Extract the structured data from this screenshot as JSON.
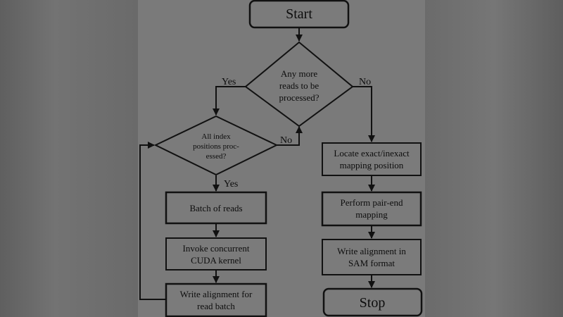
{
  "flowchart": {
    "nodes": {
      "start": [
        "Start"
      ],
      "more_reads": [
        "Any more",
        "reads to be",
        "processed?"
      ],
      "all_index": [
        "All index",
        "positions proc-",
        "essed?"
      ],
      "locate": [
        "Locate exact/inexact",
        "mapping position"
      ],
      "batch": [
        "Batch of reads"
      ],
      "pair_end": [
        "Perform pair-end",
        "mapping"
      ],
      "invoke": [
        "Invoke concurrent",
        "CUDA kernel"
      ],
      "write_sam": [
        "Write alignment in",
        "SAM format"
      ],
      "write_batch": [
        "Write alignment for",
        "read batch"
      ],
      "stop": [
        "Stop"
      ]
    },
    "edge_labels": {
      "yes_left": "Yes",
      "no_right": "No",
      "no_back": "No",
      "yes_down": "Yes"
    }
  }
}
